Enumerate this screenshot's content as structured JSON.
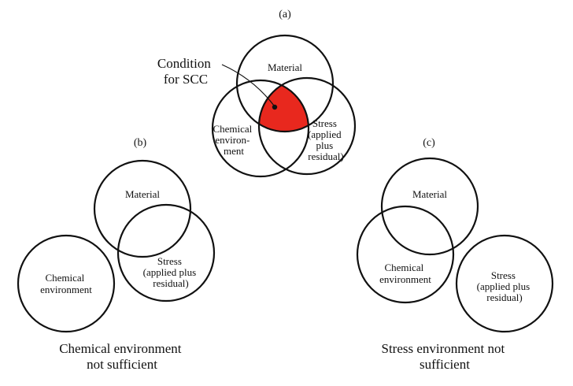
{
  "colors": {
    "scc_region": "#e8281e",
    "stroke": "#111111",
    "background": "#ffffff"
  },
  "panel_a": {
    "label": "(a)",
    "callout": [
      "Condition",
      "for SCC"
    ],
    "material": [
      "Material"
    ],
    "chemical": [
      "Chemical",
      "environ-",
      "ment"
    ],
    "stress": [
      "Stress",
      "(applied",
      "plus",
      "residual)"
    ]
  },
  "panel_b": {
    "label": "(b)",
    "material": [
      "Material"
    ],
    "chemical": [
      "Chemical",
      "environment"
    ],
    "stress": [
      "Stress",
      "(applied plus",
      "residual)"
    ],
    "caption": [
      "Chemical environment",
      "not sufficient"
    ]
  },
  "panel_c": {
    "label": "(c)",
    "material": [
      "Material"
    ],
    "chemical": [
      "Chemical",
      "environment"
    ],
    "stress": [
      "Stress",
      "(applied plus",
      "residual)"
    ],
    "caption": [
      "Stress environment not",
      "sufficient"
    ]
  }
}
